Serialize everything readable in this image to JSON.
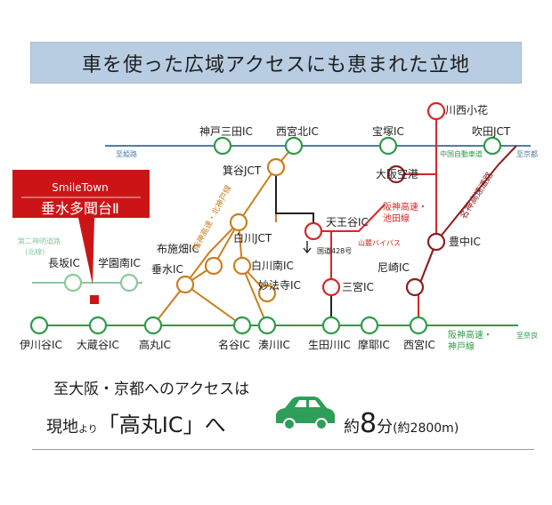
{
  "header": {
    "title": "車を使った広域アクセスにも恵まれた立地"
  },
  "colors": {
    "green": "#2f9a48",
    "blue": "#4d7fa8",
    "orange": "#cc7e1d",
    "red": "#d42828",
    "dark_red": "#8c1f1f",
    "black": "#222222",
    "property_red": "#cc1417",
    "car_green": "#2e9e58"
  },
  "property": {
    "brand": "SmileTown",
    "name": "垂水多聞台Ⅱ"
  },
  "map": {
    "interchanges": {
      "kobe_sanda_ic": "神戸三田IC",
      "nishinomiya_kita_ic": "西宮北IC",
      "takarazuka_ic": "宝塚IC",
      "suita_jct": "吹田JCT",
      "kawanishi_obana": "川西小花",
      "minoo_jct": "箕谷JCT",
      "osaka_airport": "大阪空港",
      "tenno_ic": "天王谷IC",
      "fusehata_ic": "布施畑IC",
      "shirakawa_jct": "白川JCT",
      "shirakawa_minami_ic": "白川南IC",
      "nagasaka_ic": "長坂IC",
      "gakuen_minami_ic": "学園南IC",
      "tarumi_ic": "垂水IC",
      "myohoji_ic": "妙法寺IC",
      "sannomiya_ic": "三宮IC",
      "amagasaki_ic": "尼崎IC",
      "toyonaka_ic": "豊中IC",
      "ikawadani_ic": "伊川谷IC",
      "okuradani_ic": "大蔵谷IC",
      "takamaru_ic": "高丸IC",
      "meitani_ic": "名谷IC",
      "minatogawa_ic": "湊川IC",
      "ikutagawa_ic": "生田川IC",
      "maya_ic": "摩耶IC",
      "nishinomiya_ic": "西宮IC"
    },
    "route_labels": {
      "to_himeji": "至姫路",
      "to_kyoto": "至京都",
      "to_nara": "至奈良",
      "chugoku_expressway": "中国自動車道",
      "meishin": "名神高速道路",
      "hanshin_ikeda": "阪神高速・池田線",
      "hanshin_kita_kobe": "阪神高速・北神戸線",
      "route_428": "国道428号",
      "sanroku_bypass": "山麓バイパス",
      "daini_shinmei": "第二神明道路",
      "daini_shinmei_sub": "(北線)",
      "hanshin_kobe": "阪神高速・神戸線"
    }
  },
  "access": {
    "line1": "至大阪・京都へのアクセスは",
    "prefix_main": "現地",
    "prefix_small": "より",
    "ic_name": "「高丸IC」へ",
    "about": "約",
    "minutes": "8",
    "unit": "分",
    "distance": "(約2800m)"
  }
}
